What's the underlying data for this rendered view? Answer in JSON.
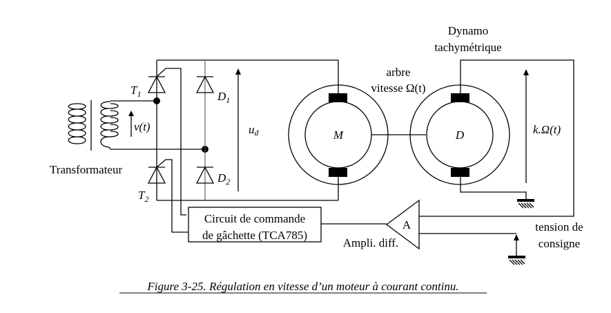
{
  "diagram": {
    "labels": {
      "transformer": "Transformateur",
      "voltage": "v(t)",
      "thyristor_1": "T",
      "thyristor_1_sub": "1",
      "thyristor_2": "T",
      "thyristor_2_sub": "2",
      "diode_1": "D",
      "diode_1_sub": "1",
      "diode_2": "D",
      "diode_2_sub": "2",
      "rectified_voltage": "u",
      "rectified_voltage_sub": "d",
      "motor": "M",
      "dynamo": "D",
      "shaft_line1": "arbre",
      "shaft_line2": "vitesse Ω(t)",
      "dynamo_title_line1": "Dynamo",
      "dynamo_title_line2": "tachymétrique",
      "dynamo_voltage": "k.Ω(t)",
      "gate_circuit_line1": "Circuit de commande",
      "gate_circuit_line2": "de gâchette (TCA785)",
      "amplifier": "A",
      "amplifier_label": "Ampli. diff.",
      "setpoint_line1": "tension de",
      "setpoint_line2": "consigne"
    },
    "caption": "Figure 3-25. Régulation en vitesse d’un moteur à courant continu."
  }
}
